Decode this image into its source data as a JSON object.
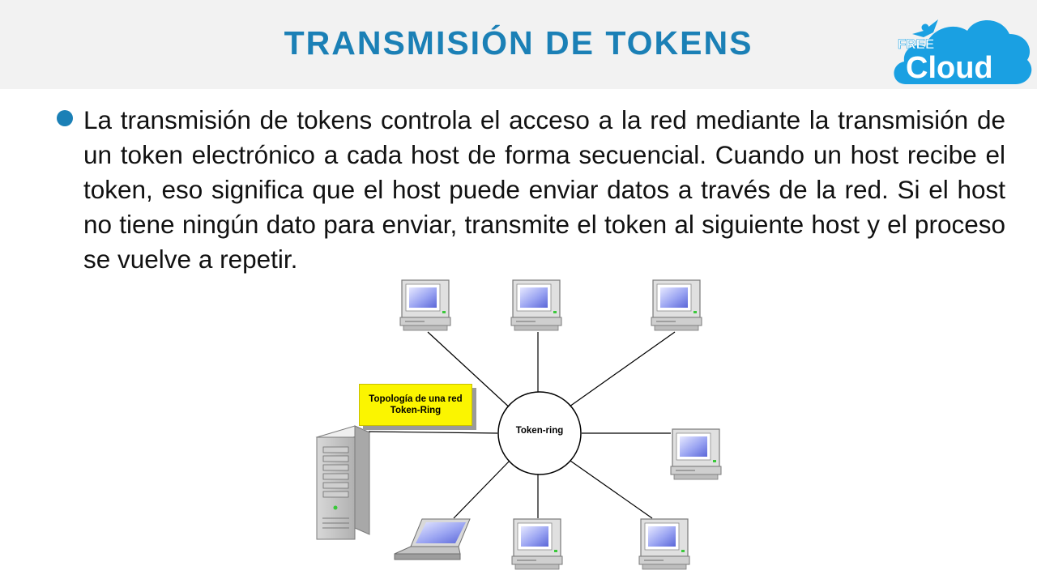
{
  "header": {
    "title": "TRANSMISIÓN DE TOKENS",
    "logo_text_small": "FREE",
    "logo_text_big": "Cloud"
  },
  "content": {
    "paragraph": "La transmisión de tokens controla el acceso a la red mediante la transmisión de un token electrónico a cada host de forma secuencial. Cuando un host recibe el token, eso significa que el host puede enviar datos a través de la red. Si el host no tiene ningún dato para enviar, transmite el token al siguiente host y el proceso se vuelve a repetir."
  },
  "diagram": {
    "note_line1": "Topología de una red",
    "note_line2": "Token-Ring",
    "ring_label": "Token-ring"
  },
  "colors": {
    "accent": "#1b80b6",
    "header_bg": "#f2f2f2",
    "note_bg": "#fbf500",
    "logo_blue": "#1aa0e2"
  }
}
